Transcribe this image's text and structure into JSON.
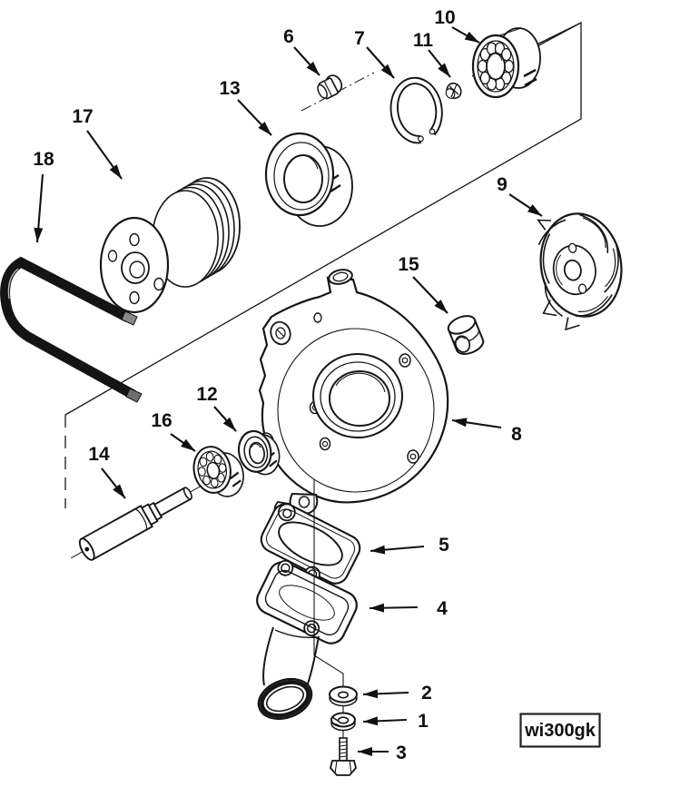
{
  "figure": {
    "code": "wi300gk"
  },
  "callouts": [
    {
      "label": "1"
    },
    {
      "label": "2"
    },
    {
      "label": "3"
    },
    {
      "label": "4"
    },
    {
      "label": "5"
    },
    {
      "label": "6"
    },
    {
      "label": "7"
    },
    {
      "label": "8"
    },
    {
      "label": "9"
    },
    {
      "label": "10"
    },
    {
      "label": "11"
    },
    {
      "label": "12"
    },
    {
      "label": "13"
    },
    {
      "label": "14"
    },
    {
      "label": "15"
    },
    {
      "label": "16"
    },
    {
      "label": "17"
    },
    {
      "label": "18"
    }
  ]
}
